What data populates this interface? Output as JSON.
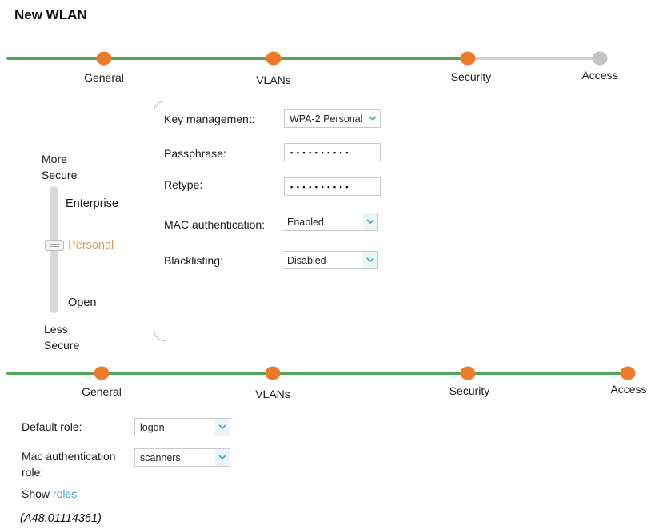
{
  "title": "New WLAN",
  "steppers": {
    "top": {
      "steps": [
        {
          "label": "General",
          "state": "complete"
        },
        {
          "label": "VLANs",
          "state": "complete"
        },
        {
          "label": "Security",
          "state": "current"
        },
        {
          "label": "Access",
          "state": "upcoming"
        }
      ]
    },
    "bottom": {
      "steps": [
        {
          "label": "General",
          "state": "complete"
        },
        {
          "label": "VLANs",
          "state": "complete"
        },
        {
          "label": "Security",
          "state": "complete"
        },
        {
          "label": "Access",
          "state": "current"
        }
      ]
    }
  },
  "security_slider": {
    "more_label": "More Secure",
    "less_label": "Less Secure",
    "options": [
      {
        "label": "Enterprise",
        "selected": false
      },
      {
        "label": "Personal",
        "selected": true
      },
      {
        "label": "Open",
        "selected": false
      }
    ]
  },
  "security_form": {
    "key_management": {
      "label": "Key management:",
      "value": "WPA-2 Personal"
    },
    "passphrase": {
      "label": "Passphrase:",
      "value": "▪▪▪▪▪▪▪▪▪▪"
    },
    "retype": {
      "label": "Retype:",
      "value": "▪▪▪▪▪▪▪▪▪▪"
    },
    "mac_auth": {
      "label": "MAC authentication:",
      "value": "Enabled"
    },
    "blacklisting": {
      "label": "Blacklisting:",
      "value": "Disabled"
    }
  },
  "access_form": {
    "default_role": {
      "label": "Default role:",
      "value": "logon"
    },
    "mac_auth_role": {
      "label": "Mac authentication role:",
      "value": "scanners"
    },
    "show_roles": {
      "prefix": "Show",
      "link_label": "roles"
    }
  },
  "footnote": "(A48.01114361)",
  "colors": {
    "accent_orange": "#ee7b2b",
    "progress_green": "#4fa65a",
    "inactive_gray": "#c3c3c3",
    "selected_option_orange": "#dd9c5f",
    "link_blue": "#45a7c8",
    "chevron_teal": "#3fa7b8"
  }
}
